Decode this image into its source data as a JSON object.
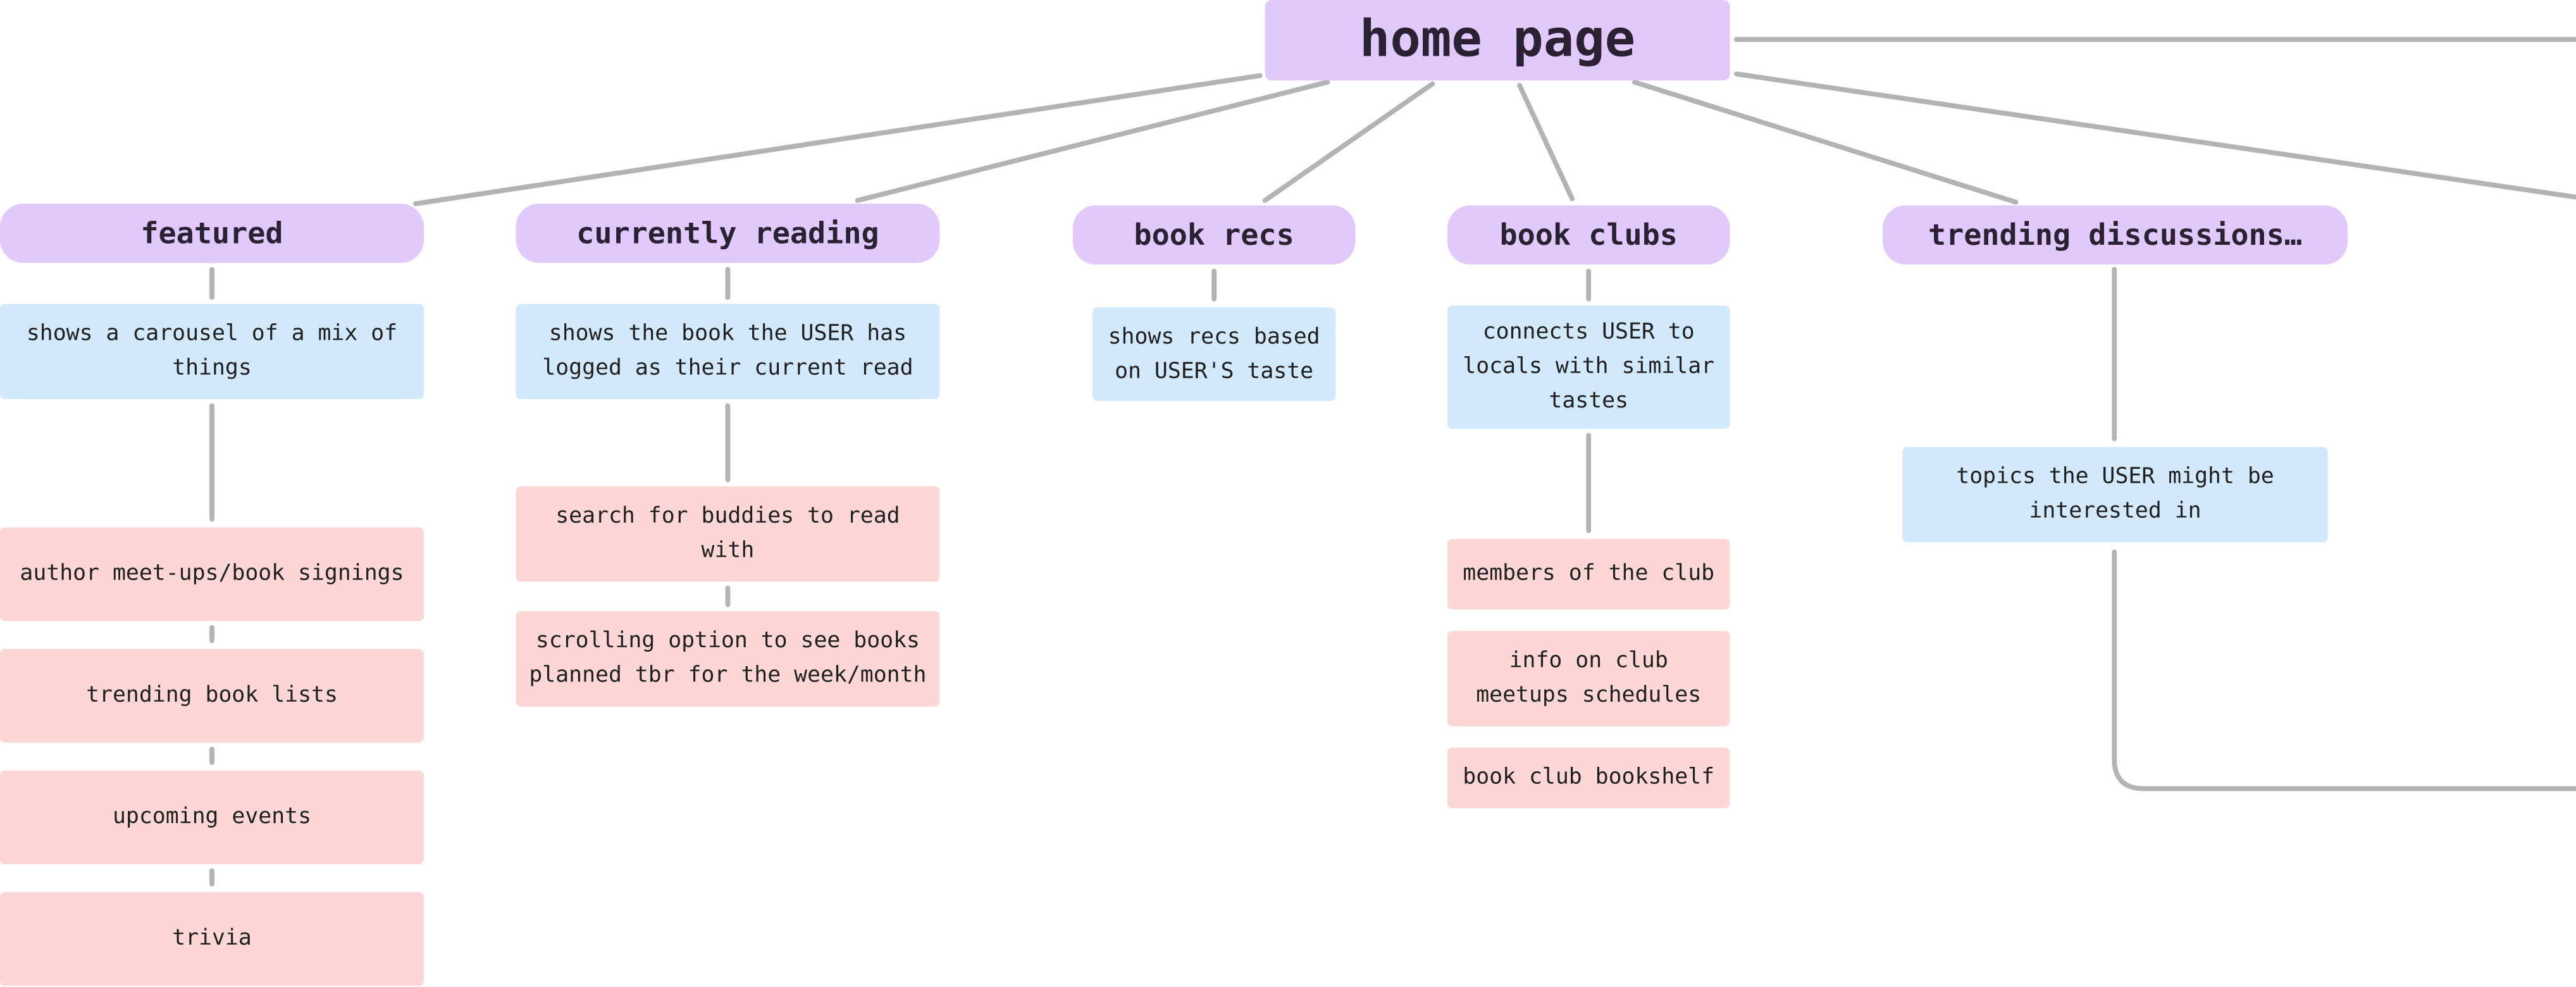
{
  "root": {
    "label": "home page"
  },
  "categories": [
    {
      "label": "featured",
      "description": "shows a carousel of a mix of things",
      "items": [
        "author meet-ups/book signings",
        "trending book lists",
        "upcoming events",
        "trivia"
      ]
    },
    {
      "label": "currently reading",
      "description": "shows the book the USER has logged as their current read",
      "items": [
        "search for buddies to read with",
        "scrolling option to see books planned tbr for the week/month"
      ]
    },
    {
      "label": "book recs",
      "description": "shows recs based on USER'S taste",
      "items": []
    },
    {
      "label": "book clubs",
      "description": "connects USER to locals with similar tastes",
      "items": [
        "members of the club",
        "info on club meetups schedules",
        "book club bookshelf"
      ]
    },
    {
      "label": "trending discussions…",
      "description": "topics the USER might be interested in",
      "items": []
    }
  ],
  "colors": {
    "root_node": "#e1c9fb",
    "category_node": "#e1c9fb",
    "description_node": "#d2e9fb",
    "item_node": "#fdd7d6",
    "connector": "#b3b3b3"
  }
}
